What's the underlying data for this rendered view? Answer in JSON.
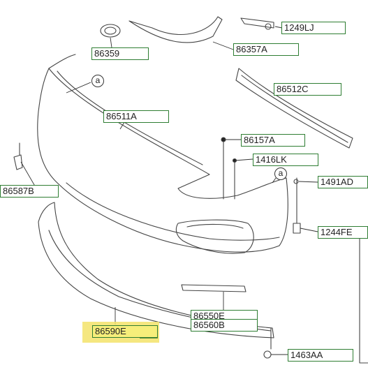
{
  "callout_letter": "a",
  "labels": {
    "l_1249lj": "1249LJ",
    "l_86359": "86359",
    "l_86357a": "86357A",
    "l_86512c": "86512C",
    "l_86511a": "86511A",
    "l_86157a": "86157A",
    "l_1416lk": "1416LK",
    "l_1491ad": "1491AD",
    "l_86587b": "86587B",
    "l_1244fe": "1244FE",
    "l_86550e": "86550E",
    "l_86560b": "86560B",
    "l_86590e": "86590E",
    "l_1463aa": "1463AA"
  },
  "colors": {
    "label_border": "#2e7d32",
    "highlight": "#f3e36a",
    "line": "#333333"
  }
}
